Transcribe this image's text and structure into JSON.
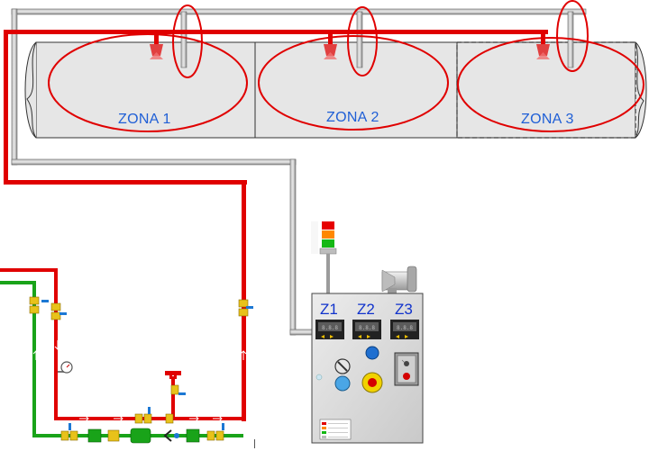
{
  "zones": [
    {
      "label": "ZONA 1"
    },
    {
      "label": "ZONA 2"
    },
    {
      "label": "ZONA 3"
    }
  ],
  "panel": {
    "zone_codes": [
      "Z1",
      "Z2",
      "Z3"
    ],
    "status_lights": [
      "red",
      "orange",
      "green"
    ]
  },
  "colors": {
    "fire_pipe": "#e00000",
    "air_pipe": "#8c8c8c",
    "water_pipe": "#19a319",
    "highlight_ellipse": "#e00000",
    "zone_text": "#1f5fd6",
    "panel_body": "#d8d8d8"
  },
  "icons": [
    "sprinkler-head-icon",
    "pressure-gauge-icon",
    "siren-icon",
    "signal-tower-icon",
    "emergency-stop-icon"
  ]
}
